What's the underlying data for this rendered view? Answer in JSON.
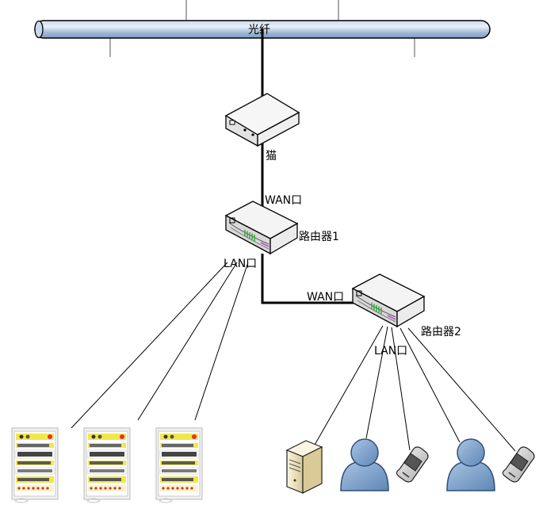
{
  "labels": {
    "fiber": "光纤",
    "modem": "猫",
    "router1_wan": "WAN口",
    "router1": "路由器1",
    "router1_lan": "LAN口",
    "router2_wan": "WAN口",
    "router2": "路由器2",
    "router2_lan": "LAN口"
  },
  "colors": {
    "fiber_body": "#a9bfd9",
    "fiber_shine": "#e3ecf6",
    "device_gray": "#e8e8e8",
    "person_blue": "#7fa6cf",
    "server_beige": "#f1e7c8",
    "cabinet_yellow": "#f3e64a",
    "link_line": "#000000"
  },
  "icons": {
    "modem": "modem-icon",
    "router": "router-icon",
    "cabinet": "control-cabinet-icon",
    "server": "server-icon",
    "user": "user-icon",
    "phone": "mobile-phone-icon"
  }
}
